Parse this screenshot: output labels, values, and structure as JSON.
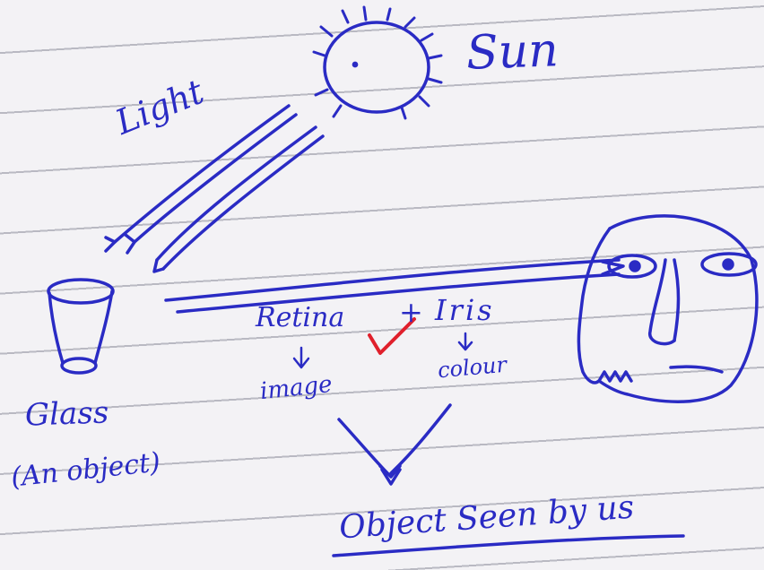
{
  "labels": {
    "sun": "Sun",
    "light": "Light",
    "glass": "Glass",
    "glass_note": "(An object)",
    "retina": "Retina",
    "plus": "+",
    "iris": "Iris",
    "image": "image",
    "colour": "colour",
    "result": "Object Seen by us"
  },
  "colors": {
    "ink": "#2a2bc4",
    "check_mark": "#e0202c",
    "paper": "#f3f2f5",
    "ruling": "#b9b9c2"
  }
}
